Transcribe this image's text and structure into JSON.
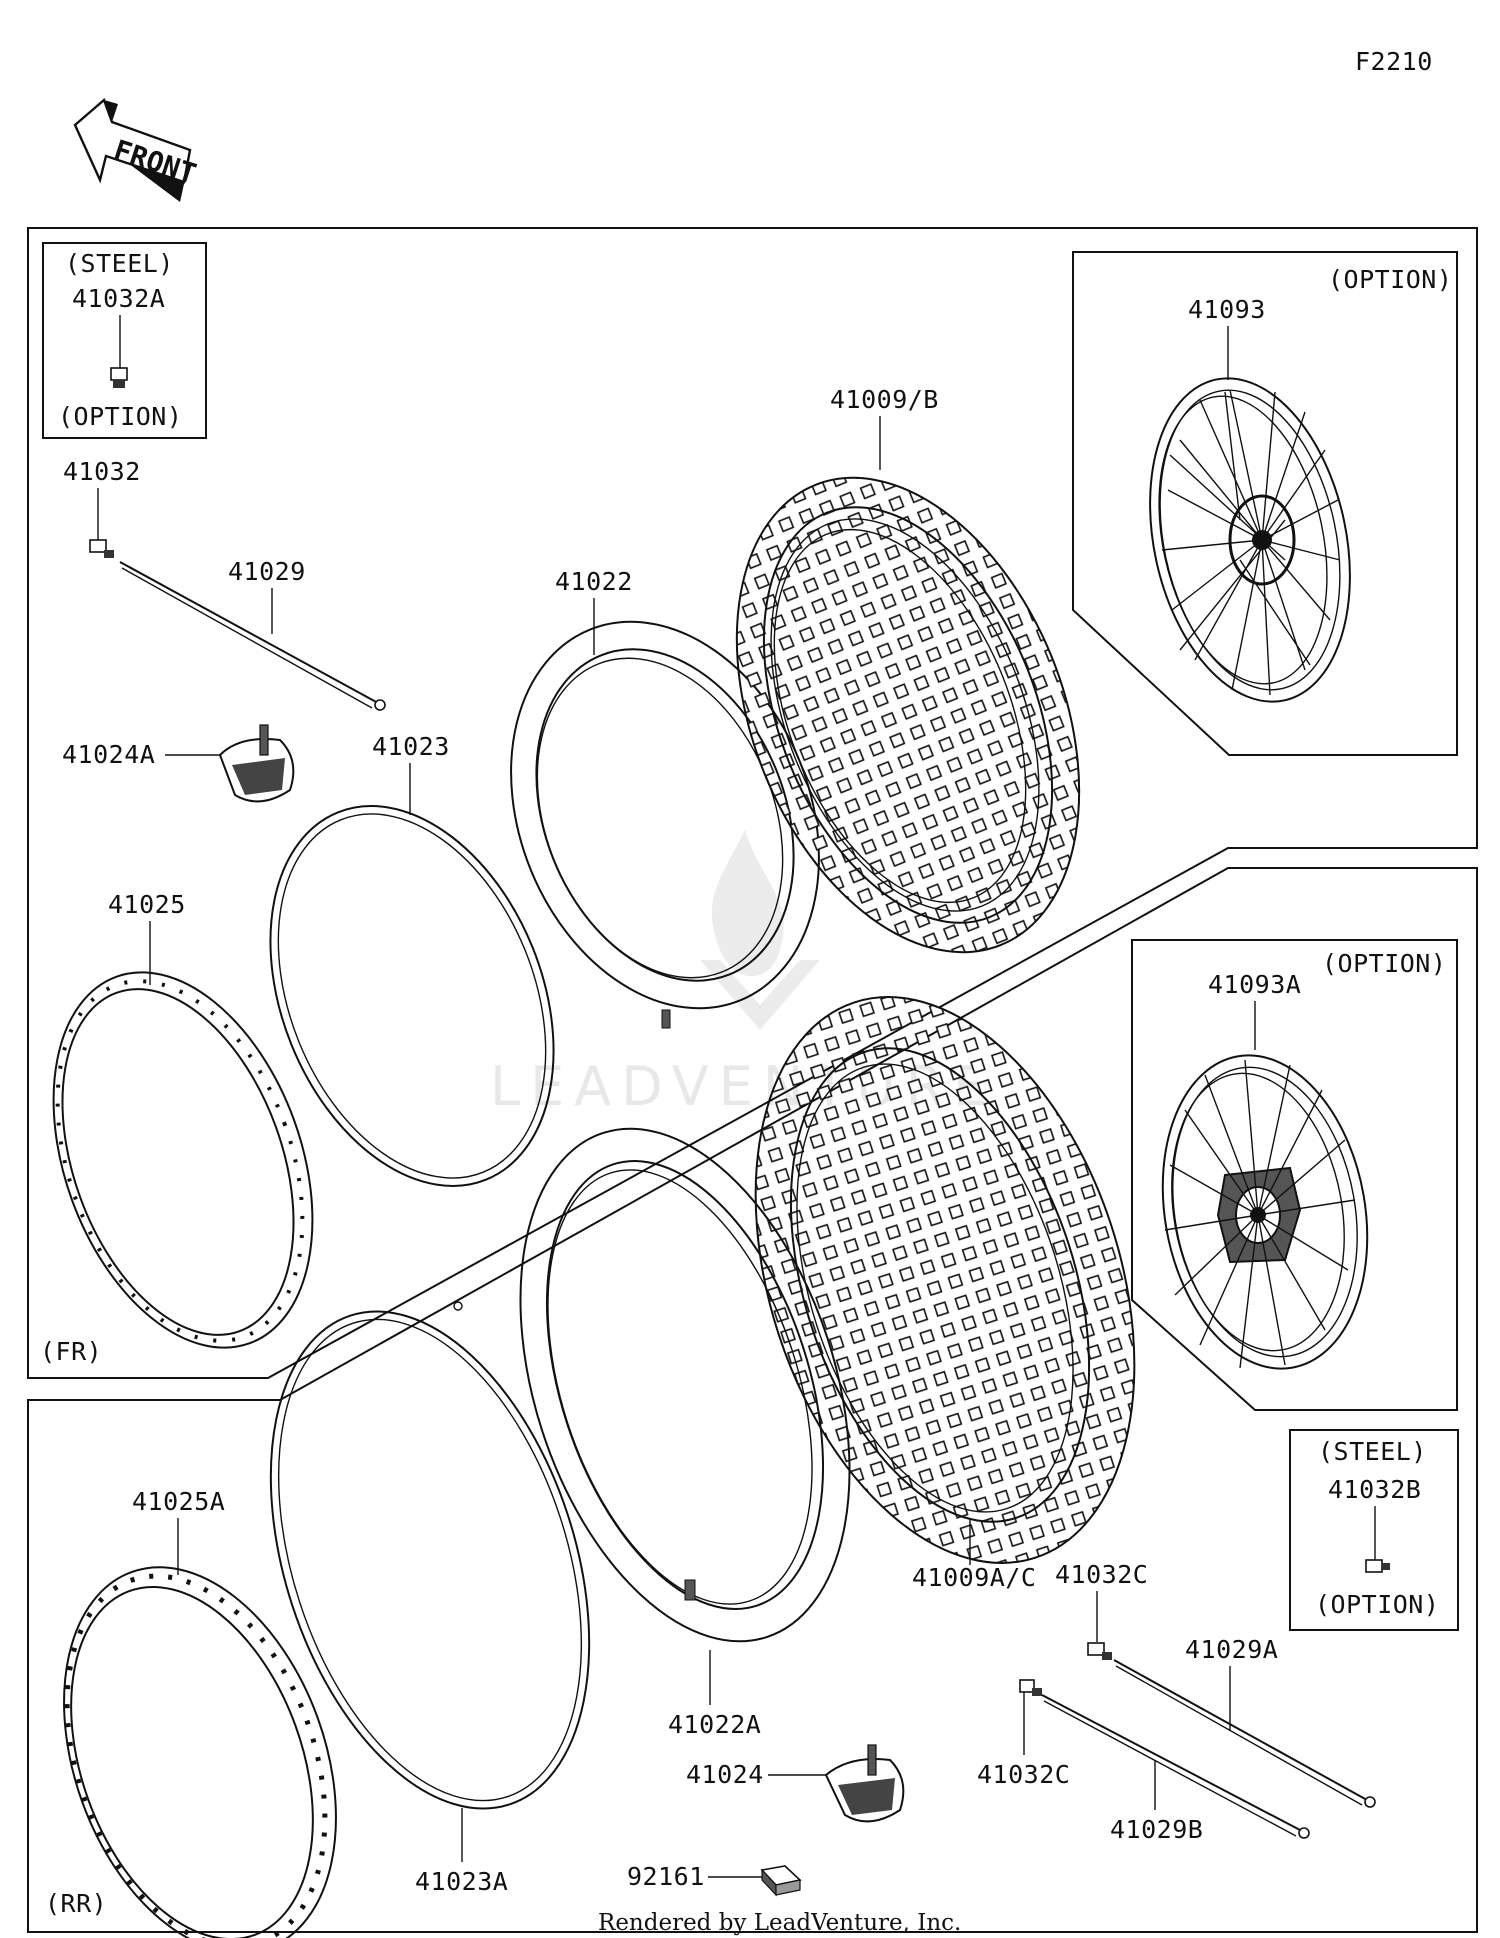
{
  "figure_code": "F2210",
  "front_label": "FRONT",
  "watermark": "LEADVENTURE",
  "footer": "Rendered by LeadVenture, Inc.",
  "sections": {
    "front": "(FR)",
    "rear": "(RR)"
  },
  "insets": {
    "steel_front": {
      "top": "(STEEL)",
      "part": "41032A",
      "bottom": "(OPTION)"
    },
    "steel_rear": {
      "top": "(STEEL)",
      "part": "41032B",
      "bottom": "(OPTION)"
    },
    "wheel_front": {
      "tag": "(OPTION)",
      "part": "41093"
    },
    "wheel_rear": {
      "tag": "(OPTION)",
      "part": "41093A"
    }
  },
  "parts": {
    "p41032": "41032",
    "p41029": "41029",
    "p41024A": "41024A",
    "p41023": "41023",
    "p41022": "41022",
    "p41009B": "41009/B",
    "p41025": "41025",
    "p41025A": "41025A",
    "p41023A": "41023A",
    "p41022A": "41022A",
    "p41009AC": "41009A/C",
    "p41032C_1": "41032C",
    "p41032C_2": "41032C",
    "p41029A": "41029A",
    "p41029B": "41029B",
    "p41024": "41024",
    "p92161": "92161"
  }
}
